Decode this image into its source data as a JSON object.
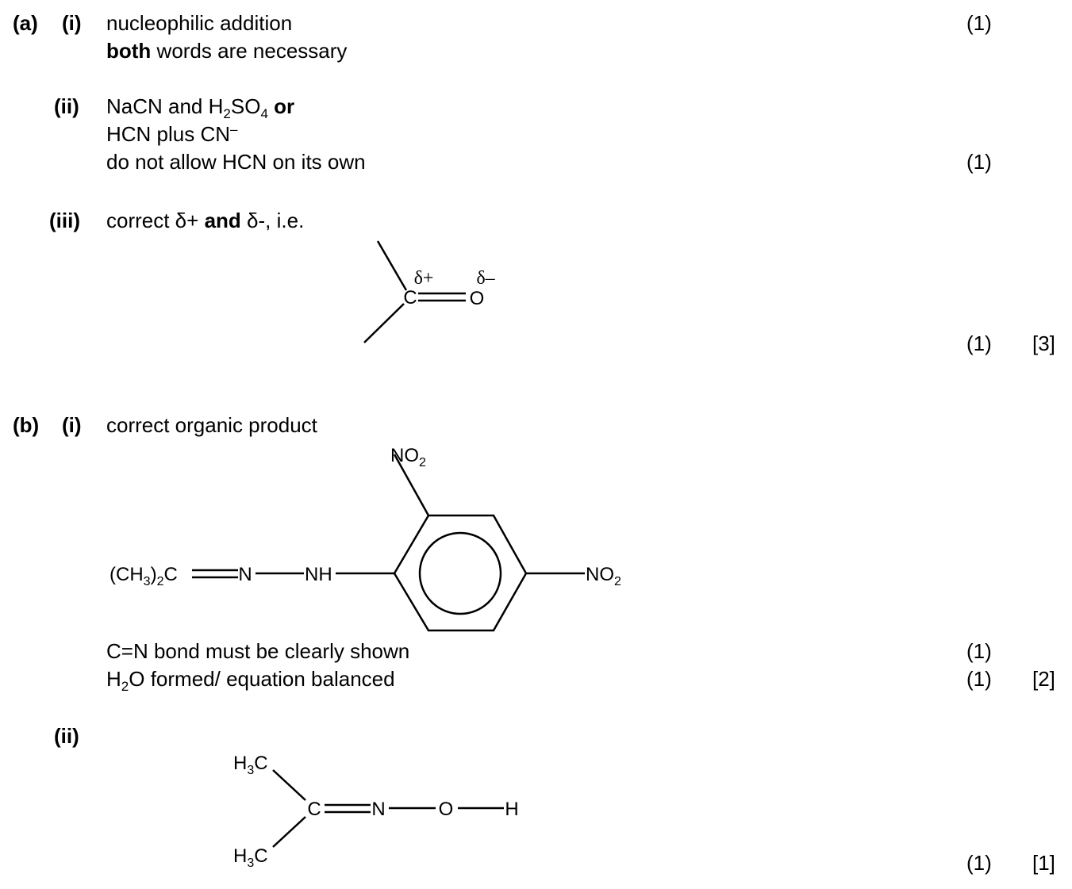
{
  "part_a": {
    "label": "(a)",
    "i": {
      "num": "(i)",
      "line1": "nucleophilic addition",
      "line2_bold": "both",
      "line2_rest": " words are necessary",
      "mark": "(1)"
    },
    "ii": {
      "num": "(ii)",
      "line1_a": "NaCN and H",
      "sub_2": "2",
      "line1_b": "SO",
      "sub_4": "4",
      "line1_or": " or",
      "line2_a": "HCN plus CN",
      "line2_sup": "–",
      "line3": "do not allow HCN on its own",
      "mark": "(1)"
    },
    "iii": {
      "num": "(iii)",
      "text_a": "correct δ+ ",
      "text_and": "and",
      "text_b": " δ-, i.e.",
      "diagram": {
        "c": "C",
        "o": "O",
        "dplus": "δ+",
        "dminus": "δ–"
      },
      "mark": "(1)",
      "total": "[3]"
    }
  },
  "part_b": {
    "label": "(b)",
    "i": {
      "num": "(i)",
      "line1": "correct organic product",
      "diagram": {
        "left_a": "(CH",
        "left_sub3": "3",
        "left_b": ")",
        "left_sub2": "2",
        "left_c": "C",
        "n": "N",
        "nh": "NH",
        "no2_top": "NO",
        "no2_top_sub": "2",
        "no2_right": "NO",
        "no2_right_sub": "2"
      },
      "line2": "C=N bond must be clearly shown",
      "mark1": "(1)",
      "line3_a": "H",
      "line3_sub": "2",
      "line3_b": "O formed/ equation balanced",
      "mark2": "(1)",
      "total": "[2]"
    },
    "ii": {
      "num": "(ii)",
      "diagram": {
        "h3c_a": "H",
        "h3c_sub": "3",
        "h3c_b": "C",
        "c": "C",
        "n": "N",
        "o": "O",
        "h": "H"
      },
      "mark": "(1)",
      "total": "[1]"
    }
  }
}
